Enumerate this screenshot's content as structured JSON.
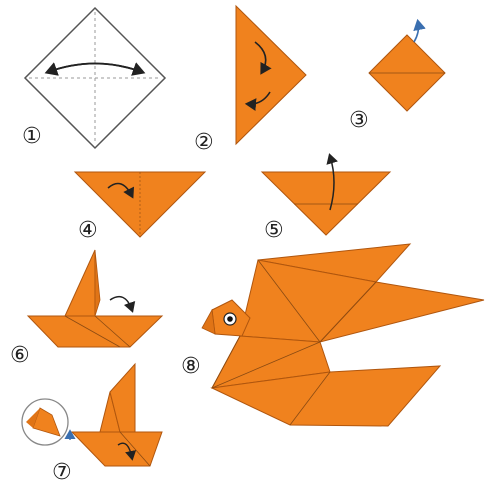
{
  "colors": {
    "paper_orange": "#f0821e",
    "paper_shade": "#e07416",
    "fold_line": "#6b3a10",
    "paper_white": "#ffffff",
    "outline": "#444444",
    "arrow": "#222222",
    "arrow_blue": "#3a6fb0"
  },
  "steps": [
    {
      "label": "①"
    },
    {
      "label": "②"
    },
    {
      "label": "③"
    },
    {
      "label": "④"
    },
    {
      "label": "⑤"
    },
    {
      "label": "⑥"
    },
    {
      "label": "⑦"
    },
    {
      "label": "⑧"
    }
  ],
  "icons": {
    "arrow": "curved-fold-arrow-icon",
    "eye": "bird-eye-icon",
    "magnifier": "detail-circle-icon"
  }
}
